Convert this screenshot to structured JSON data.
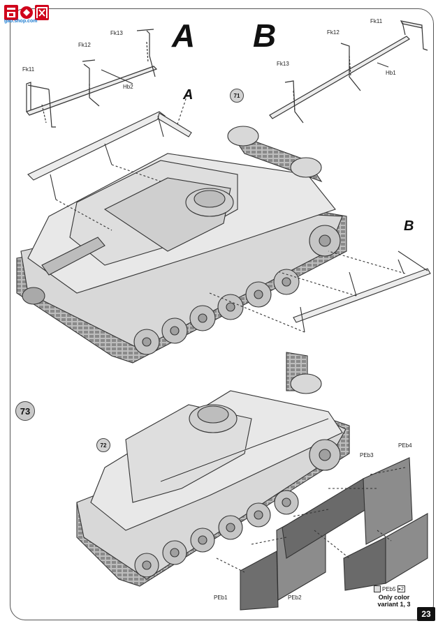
{
  "watermark": {
    "site": "gao.shop.com"
  },
  "variants": {
    "a": "A",
    "b": "B"
  },
  "top_left_parts": {
    "fk13": "Fk13",
    "fk12": "Fk12",
    "fk11": "Fk11",
    "hb2": "Hb2"
  },
  "top_right_parts": {
    "fk11": "Fk11",
    "fk12": "Fk12",
    "fk13": "Fk13",
    "hb1": "Hb1"
  },
  "step72": {
    "callout_a": "A",
    "callout_b": "B",
    "ref": "71"
  },
  "step73": {
    "number": "73",
    "ref": "72",
    "parts": {
      "peb1": "PEb1",
      "peb2": "PEb2",
      "peb3": "PEb3",
      "peb4": "PEb4",
      "peb5": "PEb5"
    },
    "peb5_qty": "2",
    "note_line1": "Only color",
    "note_line2": "variant 1, 3"
  },
  "page_number": "23",
  "colors": {
    "hull_light": "#e6e6e6",
    "hull_mid": "#cfcfcf",
    "hull_dark": "#9a9a9a",
    "plate_dark": "#6e6e6e",
    "plate_mid": "#8c8c8c",
    "watermark_red": "#d0021b",
    "watermark_blue": "#1b7bd0"
  }
}
